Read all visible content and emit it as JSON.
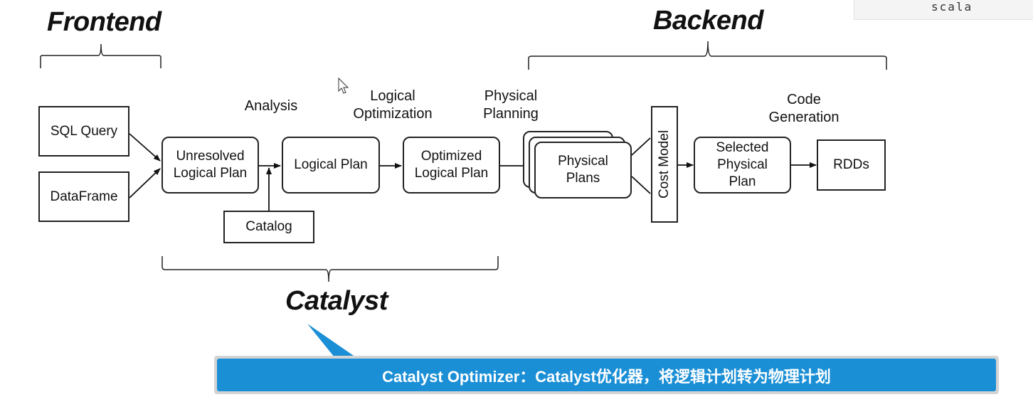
{
  "header": {
    "editor_tab": "scala"
  },
  "sections": {
    "frontend": "Frontend",
    "backend": "Backend",
    "catalyst": "Catalyst"
  },
  "stages": {
    "analysis": "Analysis",
    "logical_optimization": "Logical\nOptimization",
    "physical_planning": "Physical\nPlanning",
    "code_generation": "Code\nGeneration"
  },
  "nodes": {
    "sql_query": "SQL Query",
    "dataframe": "DataFrame",
    "unresolved_logical_plan": "Unresolved\nLogical Plan",
    "logical_plan": "Logical Plan",
    "optimized_logical_plan": "Optimized\nLogical Plan",
    "physical_plans": "Physical\nPlans",
    "cost_model": "Cost Model",
    "selected_physical_plan": "Selected\nPhysical\nPlan",
    "rdds": "RDDs",
    "catalog": "Catalog"
  },
  "subtitle": "Catalyst Optimizer：Catalyst优化器，将逻辑计划转为物理计划",
  "colors": {
    "subtitle_bg": "#1b8fd6",
    "subtitle_border": "#c8c8c8"
  }
}
